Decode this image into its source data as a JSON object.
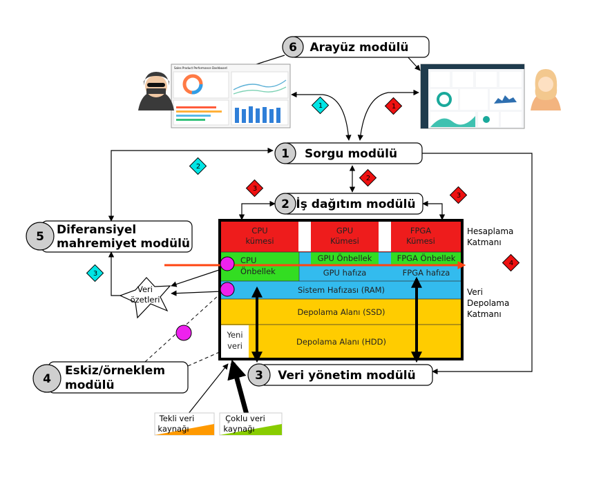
{
  "modules": {
    "interface": {
      "num": "6",
      "label": "Arayüz modülü"
    },
    "query": {
      "num": "1",
      "label": "Sorgu modülü"
    },
    "dispatch": {
      "num": "2",
      "label": "İş dağıtım modülü"
    },
    "privacy": {
      "num": "5",
      "label_line1": "Diferansiyel",
      "label_line2": "mahremiyet modülü"
    },
    "sketch": {
      "num": "4",
      "label_line1": "Eskiz/örneklem",
      "label_line2": "modülü"
    },
    "data_mgmt": {
      "num": "3",
      "label": "Veri yönetim modülü"
    }
  },
  "compute_layer": {
    "cpu": {
      "line1": "CPU",
      "line2": "kümesi"
    },
    "gpu": {
      "line1": "GPU",
      "line2": "Kümesi"
    },
    "fpga": {
      "line1": "FPGA",
      "line2": "Kümesi"
    },
    "label_line1": "Hesaplama",
    "label_line2": "Katmanı"
  },
  "storage_layer": {
    "cpu_cache_line1": "CPU",
    "cpu_cache_line2": "Önbellek",
    "gpu_cache": "GPU Önbellek",
    "gpu_mem": "GPU hafıza",
    "fpga_cache": "FPGA Önbellek",
    "fpga_mem": "FPGA hafıza",
    "ram": "Sistem Hafızası (RAM)",
    "ssd": "Depolama Alanı (SSD)",
    "hdd": "Depolama Alanı (HDD)",
    "new_data_line1": "Yeni",
    "new_data_line2": "veri",
    "label_line1": "Veri",
    "label_line2": "Depolama",
    "label_line3": "Katmanı"
  },
  "summaries": {
    "line1": "Veri",
    "line2": "özetleri"
  },
  "sources": {
    "single": {
      "line1": "Tekli veri",
      "line2": "kaynağı"
    },
    "multi": {
      "line1": "Çoklu veri",
      "line2": "kaynağı"
    }
  },
  "badges": {
    "cyan_1": "1",
    "cyan_2": "2",
    "cyan_3": "3",
    "red_1": "1",
    "red_2": "2",
    "red_3a": "3",
    "red_3b": "3",
    "red_4": "4"
  },
  "dashboards": {
    "left_title": "Sales Product Performance Dashboard"
  },
  "colors": {
    "red": "#ee1c1c",
    "green": "#33dd22",
    "blue": "#33bbee",
    "yellow": "#ffcc00",
    "magenta": "#ee22ee",
    "cyan_badge": "#00e5e5",
    "red_badge": "#ee1111",
    "orange_arrow": "#ff4411",
    "source_orange": "#ff9900",
    "source_green": "#88cc00"
  }
}
